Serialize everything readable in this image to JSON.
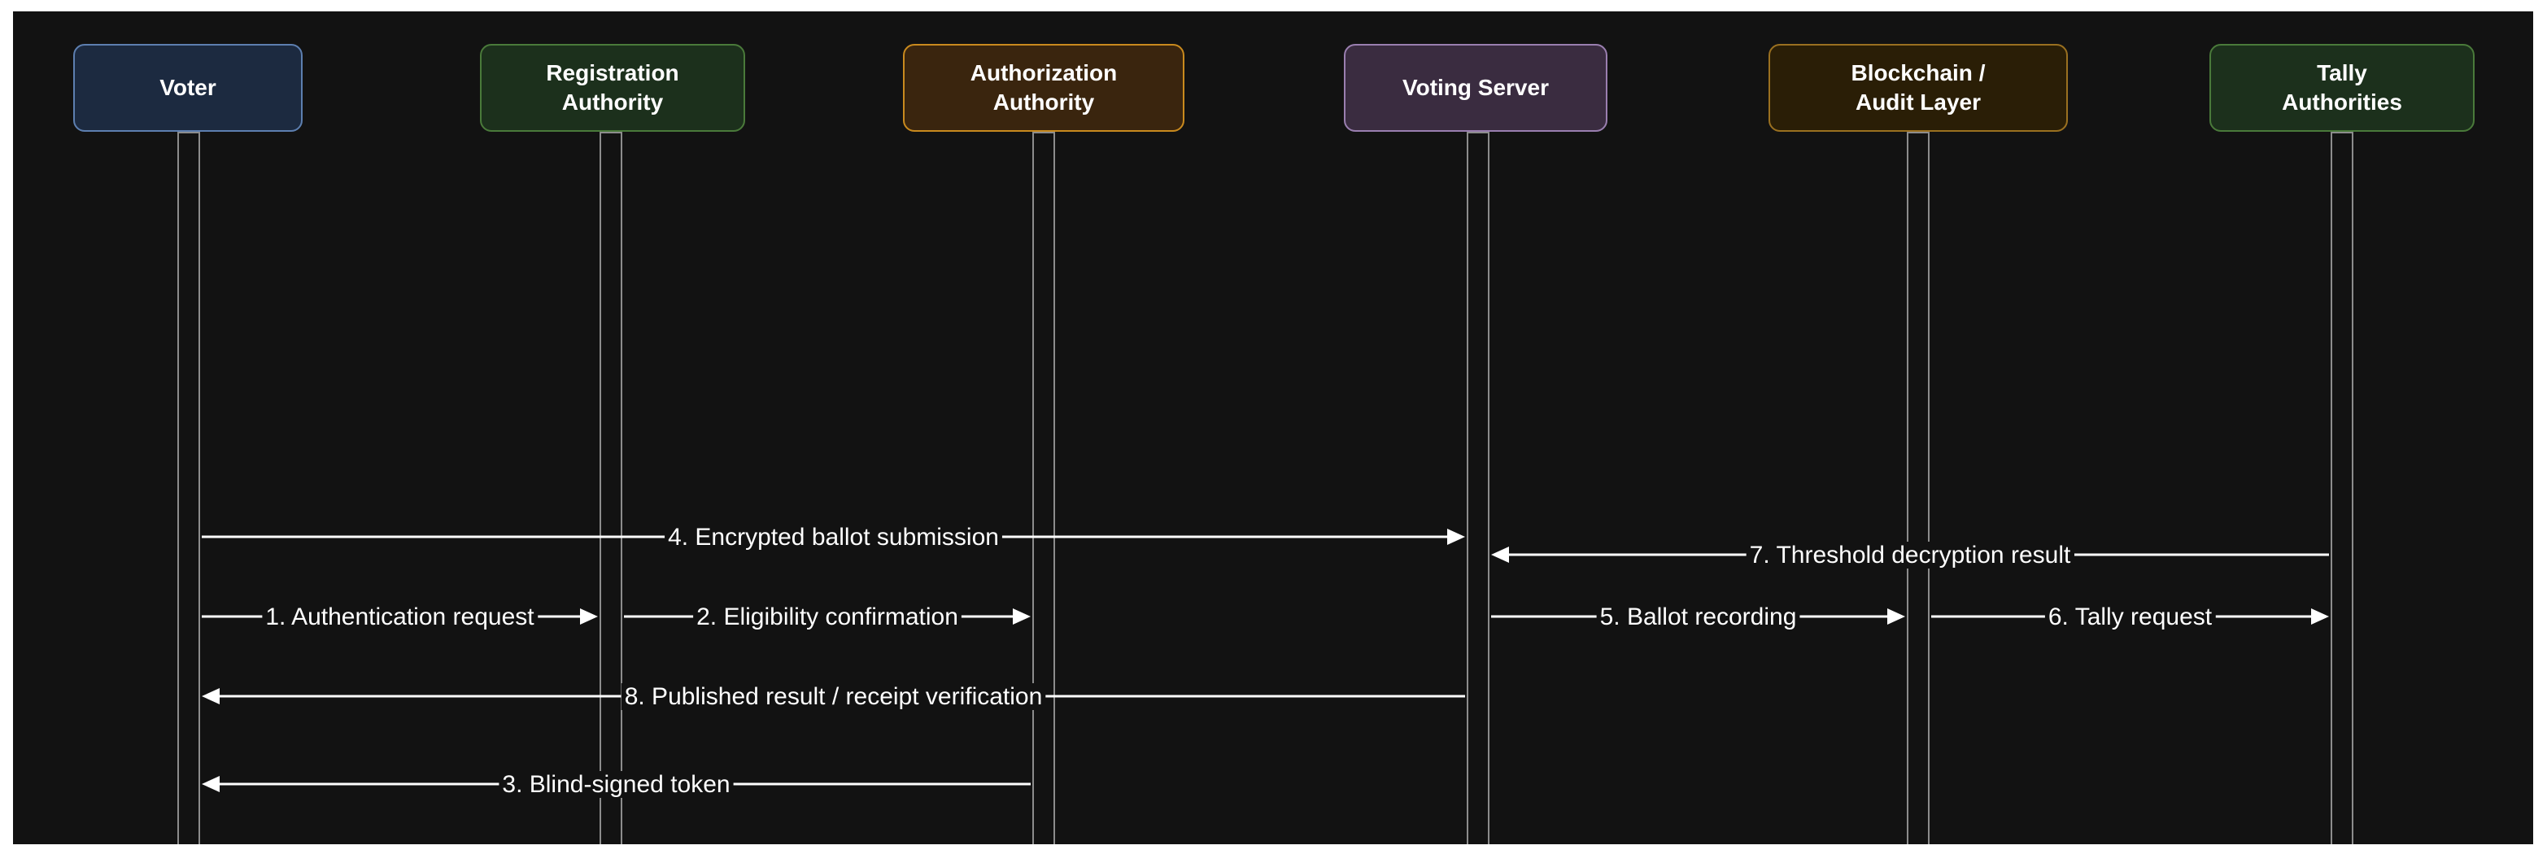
{
  "diagram": {
    "participants": [
      {
        "id": "voter",
        "label": "Voter",
        "fill": "#1c2a40",
        "stroke": "#5d7fb0"
      },
      {
        "id": "ra",
        "label": "Registration\nAuthority",
        "fill": "#1c301c",
        "stroke": "#4a7a3a"
      },
      {
        "id": "aa",
        "label": "Authorization\nAuthority",
        "fill": "#3a250e",
        "stroke": "#c98a1e"
      },
      {
        "id": "vs",
        "label": "Voting Server",
        "fill": "#3a2c40",
        "stroke": "#9a7fb0"
      },
      {
        "id": "bc",
        "label": "Blockchain /\nAudit Layer",
        "fill": "#2a1e06",
        "stroke": "#9a7020"
      },
      {
        "id": "ta",
        "label": "Tally\nAuthorities",
        "fill": "#1c301c",
        "stroke": "#4a7a3a"
      }
    ],
    "messages": [
      {
        "label": "4. Encrypted ballot submission",
        "from": "voter",
        "to": "vs"
      },
      {
        "label": "7. Threshold decryption result",
        "from": "ta",
        "to": "vs"
      },
      {
        "label": "1. Authentication request",
        "from": "voter",
        "to": "ra"
      },
      {
        "label": "2. Eligibility confirmation",
        "from": "ra",
        "to": "aa"
      },
      {
        "label": "5. Ballot recording",
        "from": "vs",
        "to": "bc"
      },
      {
        "label": "6. Tally request",
        "from": "bc",
        "to": "ta"
      },
      {
        "label": "8. Published result / receipt verification",
        "from": "vs",
        "to": "voter"
      },
      {
        "label": "3. Blind-signed token",
        "from": "aa",
        "to": "voter"
      }
    ]
  }
}
